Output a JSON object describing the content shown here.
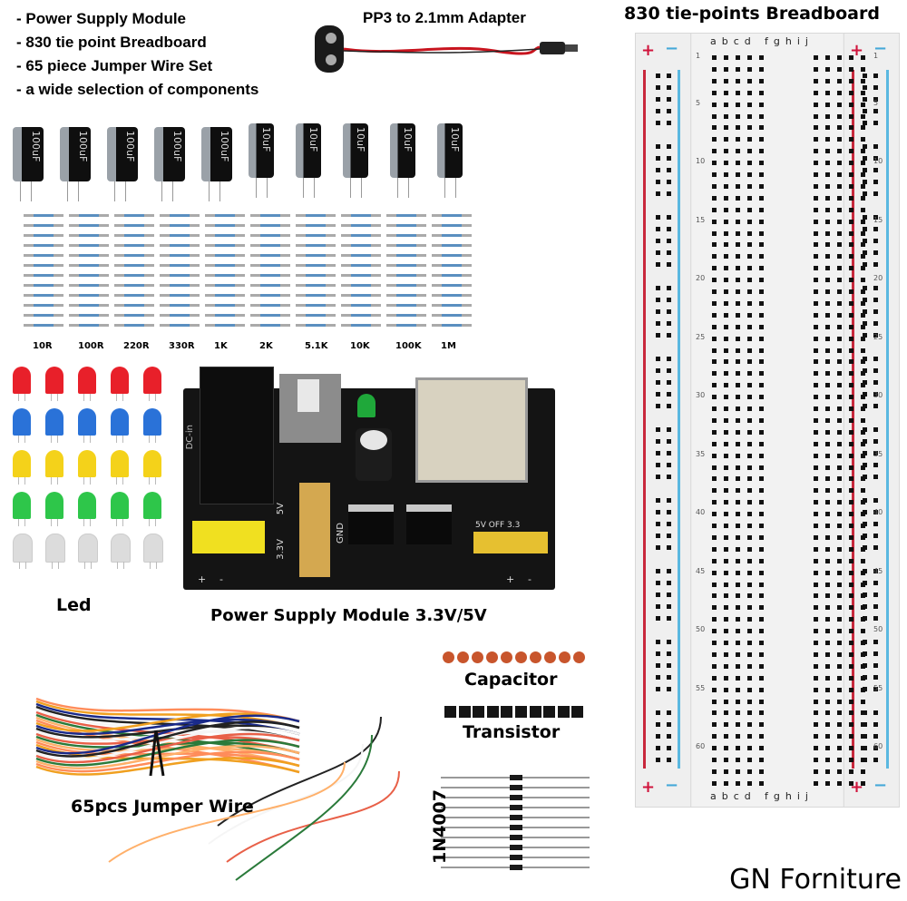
{
  "features": [
    "- Power Supply Module",
    "- 830 tie point Breadboard",
    "- 65 piece Jumper Wire Set",
    "- a wide selection of components"
  ],
  "adapter": {
    "label": "PP3 to 2.1mm Adapter"
  },
  "breadboard": {
    "title": "830 tie-points Breadboard",
    "cols_left": "abcde",
    "cols_right": "fghij",
    "row_numbers": [
      "1",
      "5",
      "10",
      "15",
      "20",
      "25",
      "30",
      "35",
      "40",
      "45",
      "50",
      "55",
      "60"
    ],
    "plus": "+",
    "minus": "−",
    "colors": {
      "plus": "#d0143c",
      "minus": "#44a8d8"
    }
  },
  "capacitors_electrolytic": [
    {
      "value": "100uF"
    },
    {
      "value": "100uF"
    },
    {
      "value": "100uF"
    },
    {
      "value": "100uF"
    },
    {
      "value": "100uF"
    },
    {
      "value": "10uF"
    },
    {
      "value": "10uF"
    },
    {
      "value": "10uF"
    },
    {
      "value": "10uF"
    },
    {
      "value": "10uF"
    }
  ],
  "resistors": [
    "10R",
    "100R",
    "220R",
    "330R",
    "1K",
    "2K",
    "5.1K",
    "10K",
    "100K",
    "1M"
  ],
  "leds": {
    "label": "Led",
    "colors": [
      "#e8202a",
      "#2a72d8",
      "#f4d21a",
      "#2ec64a",
      "#dcdcdc"
    ]
  },
  "power_supply": {
    "label": "Power Supply Module 3.3V/5V",
    "silk": {
      "dc_in": "DC-in",
      "v5": "5V",
      "v33": "3.3V",
      "gnd": "GND",
      "sel": "5V OFF 3.3",
      "plus": "+",
      "minus": "-"
    }
  },
  "ceramic_capacitors": {
    "label": "Capacitor",
    "count": 10
  },
  "transistors": {
    "label": "Transistor",
    "count": 10
  },
  "diodes": {
    "label": "1N4007",
    "count": 10
  },
  "jumper_wires": {
    "label": "65pcs Jumper Wire"
  },
  "watermark": "GN Forniture"
}
